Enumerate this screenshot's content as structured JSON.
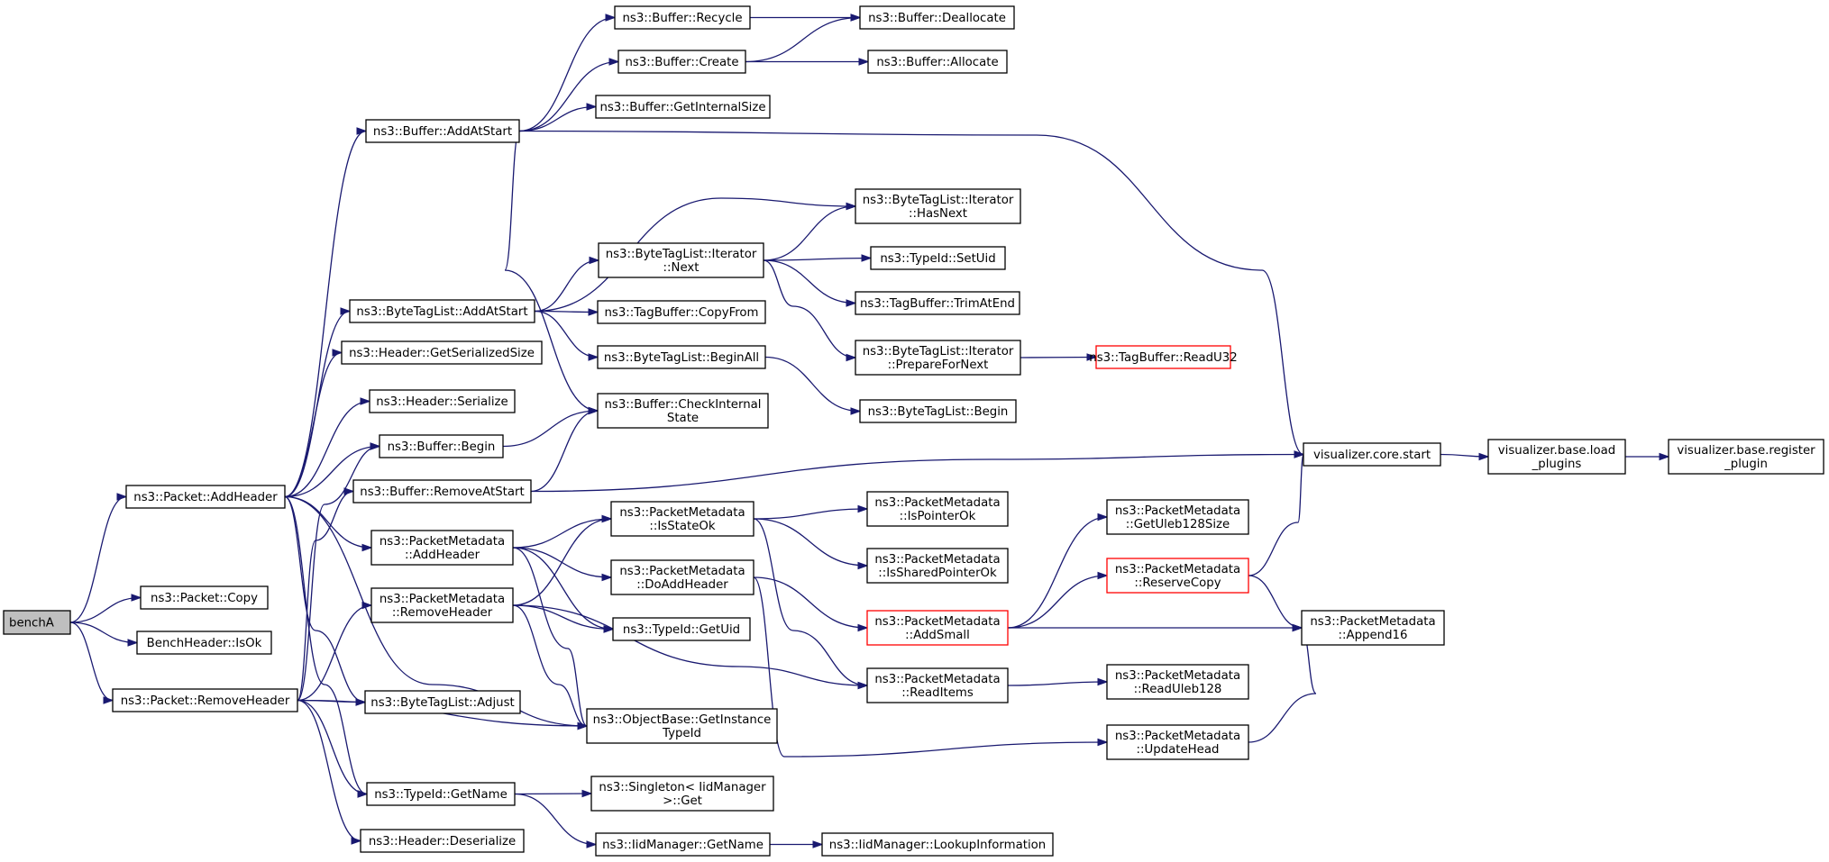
{
  "nodes": [
    {
      "id": "benchA",
      "lines": [
        "benchA"
      ],
      "root": true
    },
    {
      "id": "pkt_copy",
      "lines": [
        "ns3::Packet::Copy"
      ]
    },
    {
      "id": "bh_isok",
      "lines": [
        "BenchHeader::IsOk"
      ]
    },
    {
      "id": "pkt_addheader",
      "lines": [
        "ns3::Packet::AddHeader"
      ]
    },
    {
      "id": "pkt_removeheader",
      "lines": [
        "ns3::Packet::RemoveHeader"
      ]
    },
    {
      "id": "buf_addatstart",
      "lines": [
        "ns3::Buffer::AddAtStart"
      ]
    },
    {
      "id": "btl_addatstart",
      "lines": [
        "ns3::ByteTagList::AddAtStart"
      ]
    },
    {
      "id": "hdr_getser",
      "lines": [
        "ns3::Header::GetSerializedSize"
      ]
    },
    {
      "id": "hdr_serialize",
      "lines": [
        "ns3::Header::Serialize"
      ]
    },
    {
      "id": "buf_begin",
      "lines": [
        "ns3::Buffer::Begin"
      ]
    },
    {
      "id": "buf_removeatstart",
      "lines": [
        "ns3::Buffer::RemoveAtStart"
      ]
    },
    {
      "id": "pm_addheader",
      "lines": [
        "ns3::PacketMetadata",
        "::AddHeader"
      ]
    },
    {
      "id": "pm_removeheader",
      "lines": [
        "ns3::PacketMetadata",
        "::RemoveHeader"
      ]
    },
    {
      "id": "btl_adjust",
      "lines": [
        "ns3::ByteTagList::Adjust"
      ]
    },
    {
      "id": "tid_getname",
      "lines": [
        "ns3::TypeId::GetName"
      ]
    },
    {
      "id": "hdr_deserialize",
      "lines": [
        "ns3::Header::Deserialize"
      ]
    },
    {
      "id": "buf_recycle",
      "lines": [
        "ns3::Buffer::Recycle"
      ]
    },
    {
      "id": "buf_create",
      "lines": [
        "ns3::Buffer::Create"
      ]
    },
    {
      "id": "buf_getinternal",
      "lines": [
        "ns3::Buffer::GetInternalSize"
      ]
    },
    {
      "id": "btli_next",
      "lines": [
        "ns3::ByteTagList::Iterator",
        "::Next"
      ]
    },
    {
      "id": "tb_copyfrom",
      "lines": [
        "ns3::TagBuffer::CopyFrom"
      ]
    },
    {
      "id": "btl_beginall",
      "lines": [
        "ns3::ByteTagList::BeginAll"
      ]
    },
    {
      "id": "buf_checkinternal",
      "lines": [
        "ns3::Buffer::CheckInternal",
        "State"
      ]
    },
    {
      "id": "pm_isstateok",
      "lines": [
        "ns3::PacketMetadata",
        "::IsStateOk"
      ]
    },
    {
      "id": "pm_doaddheader",
      "lines": [
        "ns3::PacketMetadata",
        "::DoAddHeader"
      ]
    },
    {
      "id": "tid_getuid",
      "lines": [
        "ns3::TypeId::GetUid"
      ]
    },
    {
      "id": "ob_getinst",
      "lines": [
        "ns3::ObjectBase::GetInstance",
        "TypeId"
      ]
    },
    {
      "id": "singleton_get",
      "lines": [
        "ns3::Singleton< IidManager",
        ">::Get"
      ]
    },
    {
      "id": "iid_getname",
      "lines": [
        "ns3::IidManager::GetName"
      ]
    },
    {
      "id": "buf_dealloc",
      "lines": [
        "ns3::Buffer::Deallocate"
      ]
    },
    {
      "id": "buf_alloc",
      "lines": [
        "ns3::Buffer::Allocate"
      ]
    },
    {
      "id": "btli_hasnext",
      "lines": [
        "ns3::ByteTagList::Iterator",
        "::HasNext"
      ]
    },
    {
      "id": "tid_setuid",
      "lines": [
        "ns3::TypeId::SetUid"
      ]
    },
    {
      "id": "tb_trimatend",
      "lines": [
        "ns3::TagBuffer::TrimAtEnd"
      ]
    },
    {
      "id": "btli_prepare",
      "lines": [
        "ns3::ByteTagList::Iterator",
        "::PrepareForNext"
      ]
    },
    {
      "id": "btl_begin",
      "lines": [
        "ns3::ByteTagList::Begin"
      ]
    },
    {
      "id": "pm_ispointerok",
      "lines": [
        "ns3::PacketMetadata",
        "::IsPointerOk"
      ]
    },
    {
      "id": "pm_issharedok",
      "lines": [
        "ns3::PacketMetadata",
        "::IsSharedPointerOk"
      ]
    },
    {
      "id": "pm_addsmall",
      "lines": [
        "ns3::PacketMetadata",
        "::AddSmall"
      ],
      "truncated": true
    },
    {
      "id": "pm_readitems",
      "lines": [
        "ns3::PacketMetadata",
        "::ReadItems"
      ]
    },
    {
      "id": "iid_lookup",
      "lines": [
        "ns3::IidManager::LookupInformation"
      ]
    },
    {
      "id": "tb_readu32",
      "lines": [
        "ns3::TagBuffer::ReadU32"
      ],
      "truncated": true
    },
    {
      "id": "pm_getuleb",
      "lines": [
        "ns3::PacketMetadata",
        "::GetUleb128Size"
      ]
    },
    {
      "id": "pm_reservecopy",
      "lines": [
        "ns3::PacketMetadata",
        "::ReserveCopy"
      ],
      "truncated": true
    },
    {
      "id": "pm_readuleb",
      "lines": [
        "ns3::PacketMetadata",
        "::ReadUleb128"
      ]
    },
    {
      "id": "pm_updatehead",
      "lines": [
        "ns3::PacketMetadata",
        "::UpdateHead"
      ]
    },
    {
      "id": "vis_core_start",
      "lines": [
        "visualizer.core.start"
      ]
    },
    {
      "id": "pm_append16",
      "lines": [
        "ns3::PacketMetadata",
        "::Append16"
      ]
    },
    {
      "id": "vis_load",
      "lines": [
        "visualizer.base.load",
        "_plugins"
      ]
    },
    {
      "id": "vis_register",
      "lines": [
        "visualizer.base.register",
        "_plugin"
      ]
    }
  ],
  "edges": [
    [
      "benchA",
      "pkt_addheader"
    ],
    [
      "benchA",
      "pkt_copy"
    ],
    [
      "benchA",
      "bh_isok"
    ],
    [
      "benchA",
      "pkt_removeheader"
    ],
    [
      "pkt_addheader",
      "buf_addatstart"
    ],
    [
      "pkt_addheader",
      "btl_addatstart"
    ],
    [
      "pkt_addheader",
      "hdr_getser"
    ],
    [
      "pkt_addheader",
      "hdr_serialize"
    ],
    [
      "pkt_addheader",
      "buf_begin"
    ],
    [
      "pkt_addheader",
      "pm_addheader"
    ],
    [
      "pkt_addheader",
      "btl_adjust"
    ],
    [
      "pkt_addheader",
      "tid_getname"
    ],
    [
      "pkt_addheader",
      "ob_getinst"
    ],
    [
      "pkt_removeheader",
      "buf_begin"
    ],
    [
      "pkt_removeheader",
      "buf_removeatstart"
    ],
    [
      "pkt_removeheader",
      "pm_removeheader"
    ],
    [
      "pkt_removeheader",
      "btl_adjust"
    ],
    [
      "pkt_removeheader",
      "ob_getinst"
    ],
    [
      "pkt_removeheader",
      "tid_getname"
    ],
    [
      "pkt_removeheader",
      "hdr_deserialize"
    ],
    [
      "buf_addatstart",
      "buf_recycle"
    ],
    [
      "buf_addatstart",
      "buf_create"
    ],
    [
      "buf_addatstart",
      "buf_getinternal"
    ],
    [
      "buf_addatstart",
      "buf_checkinternal"
    ],
    [
      "buf_addatstart",
      "vis_core_start"
    ],
    [
      "buf_recycle",
      "buf_dealloc"
    ],
    [
      "buf_create",
      "buf_dealloc"
    ],
    [
      "buf_create",
      "buf_alloc"
    ],
    [
      "btl_addatstart",
      "btli_hasnext"
    ],
    [
      "btl_addatstart",
      "btli_next"
    ],
    [
      "btl_addatstart",
      "tb_copyfrom"
    ],
    [
      "btl_addatstart",
      "btl_beginall"
    ],
    [
      "btli_next",
      "btli_hasnext"
    ],
    [
      "btli_next",
      "tid_setuid"
    ],
    [
      "btli_next",
      "tb_trimatend"
    ],
    [
      "btli_next",
      "btli_prepare"
    ],
    [
      "btli_prepare",
      "tb_readu32"
    ],
    [
      "btl_beginall",
      "btl_begin"
    ],
    [
      "buf_begin",
      "buf_checkinternal"
    ],
    [
      "buf_removeatstart",
      "buf_checkinternal"
    ],
    [
      "buf_removeatstart",
      "vis_core_start"
    ],
    [
      "pm_addheader",
      "pm_isstateok"
    ],
    [
      "pm_addheader",
      "pm_doaddheader"
    ],
    [
      "pm_addheader",
      "tid_getuid"
    ],
    [
      "pm_addheader",
      "ob_getinst"
    ],
    [
      "pm_removeheader",
      "pm_isstateok"
    ],
    [
      "pm_removeheader",
      "tid_getuid"
    ],
    [
      "pm_removeheader",
      "pm_readitems"
    ],
    [
      "pm_removeheader",
      "ob_getinst"
    ],
    [
      "pm_isstateok",
      "pm_ispointerok"
    ],
    [
      "pm_isstateok",
      "pm_issharedok"
    ],
    [
      "pm_isstateok",
      "pm_readitems"
    ],
    [
      "pm_doaddheader",
      "pm_addsmall"
    ],
    [
      "pm_doaddheader",
      "pm_updatehead"
    ],
    [
      "pm_addsmall",
      "pm_getuleb"
    ],
    [
      "pm_addsmall",
      "pm_reservecopy"
    ],
    [
      "pm_addsmall",
      "pm_append16"
    ],
    [
      "pm_reservecopy",
      "vis_core_start"
    ],
    [
      "pm_reservecopy",
      "pm_append16"
    ],
    [
      "pm_readitems",
      "pm_readuleb"
    ],
    [
      "pm_updatehead",
      "pm_append16"
    ],
    [
      "tid_getname",
      "singleton_get"
    ],
    [
      "tid_getname",
      "iid_getname"
    ],
    [
      "iid_getname",
      "iid_lookup"
    ],
    [
      "vis_core_start",
      "vis_load"
    ],
    [
      "vis_load",
      "vis_register"
    ]
  ]
}
